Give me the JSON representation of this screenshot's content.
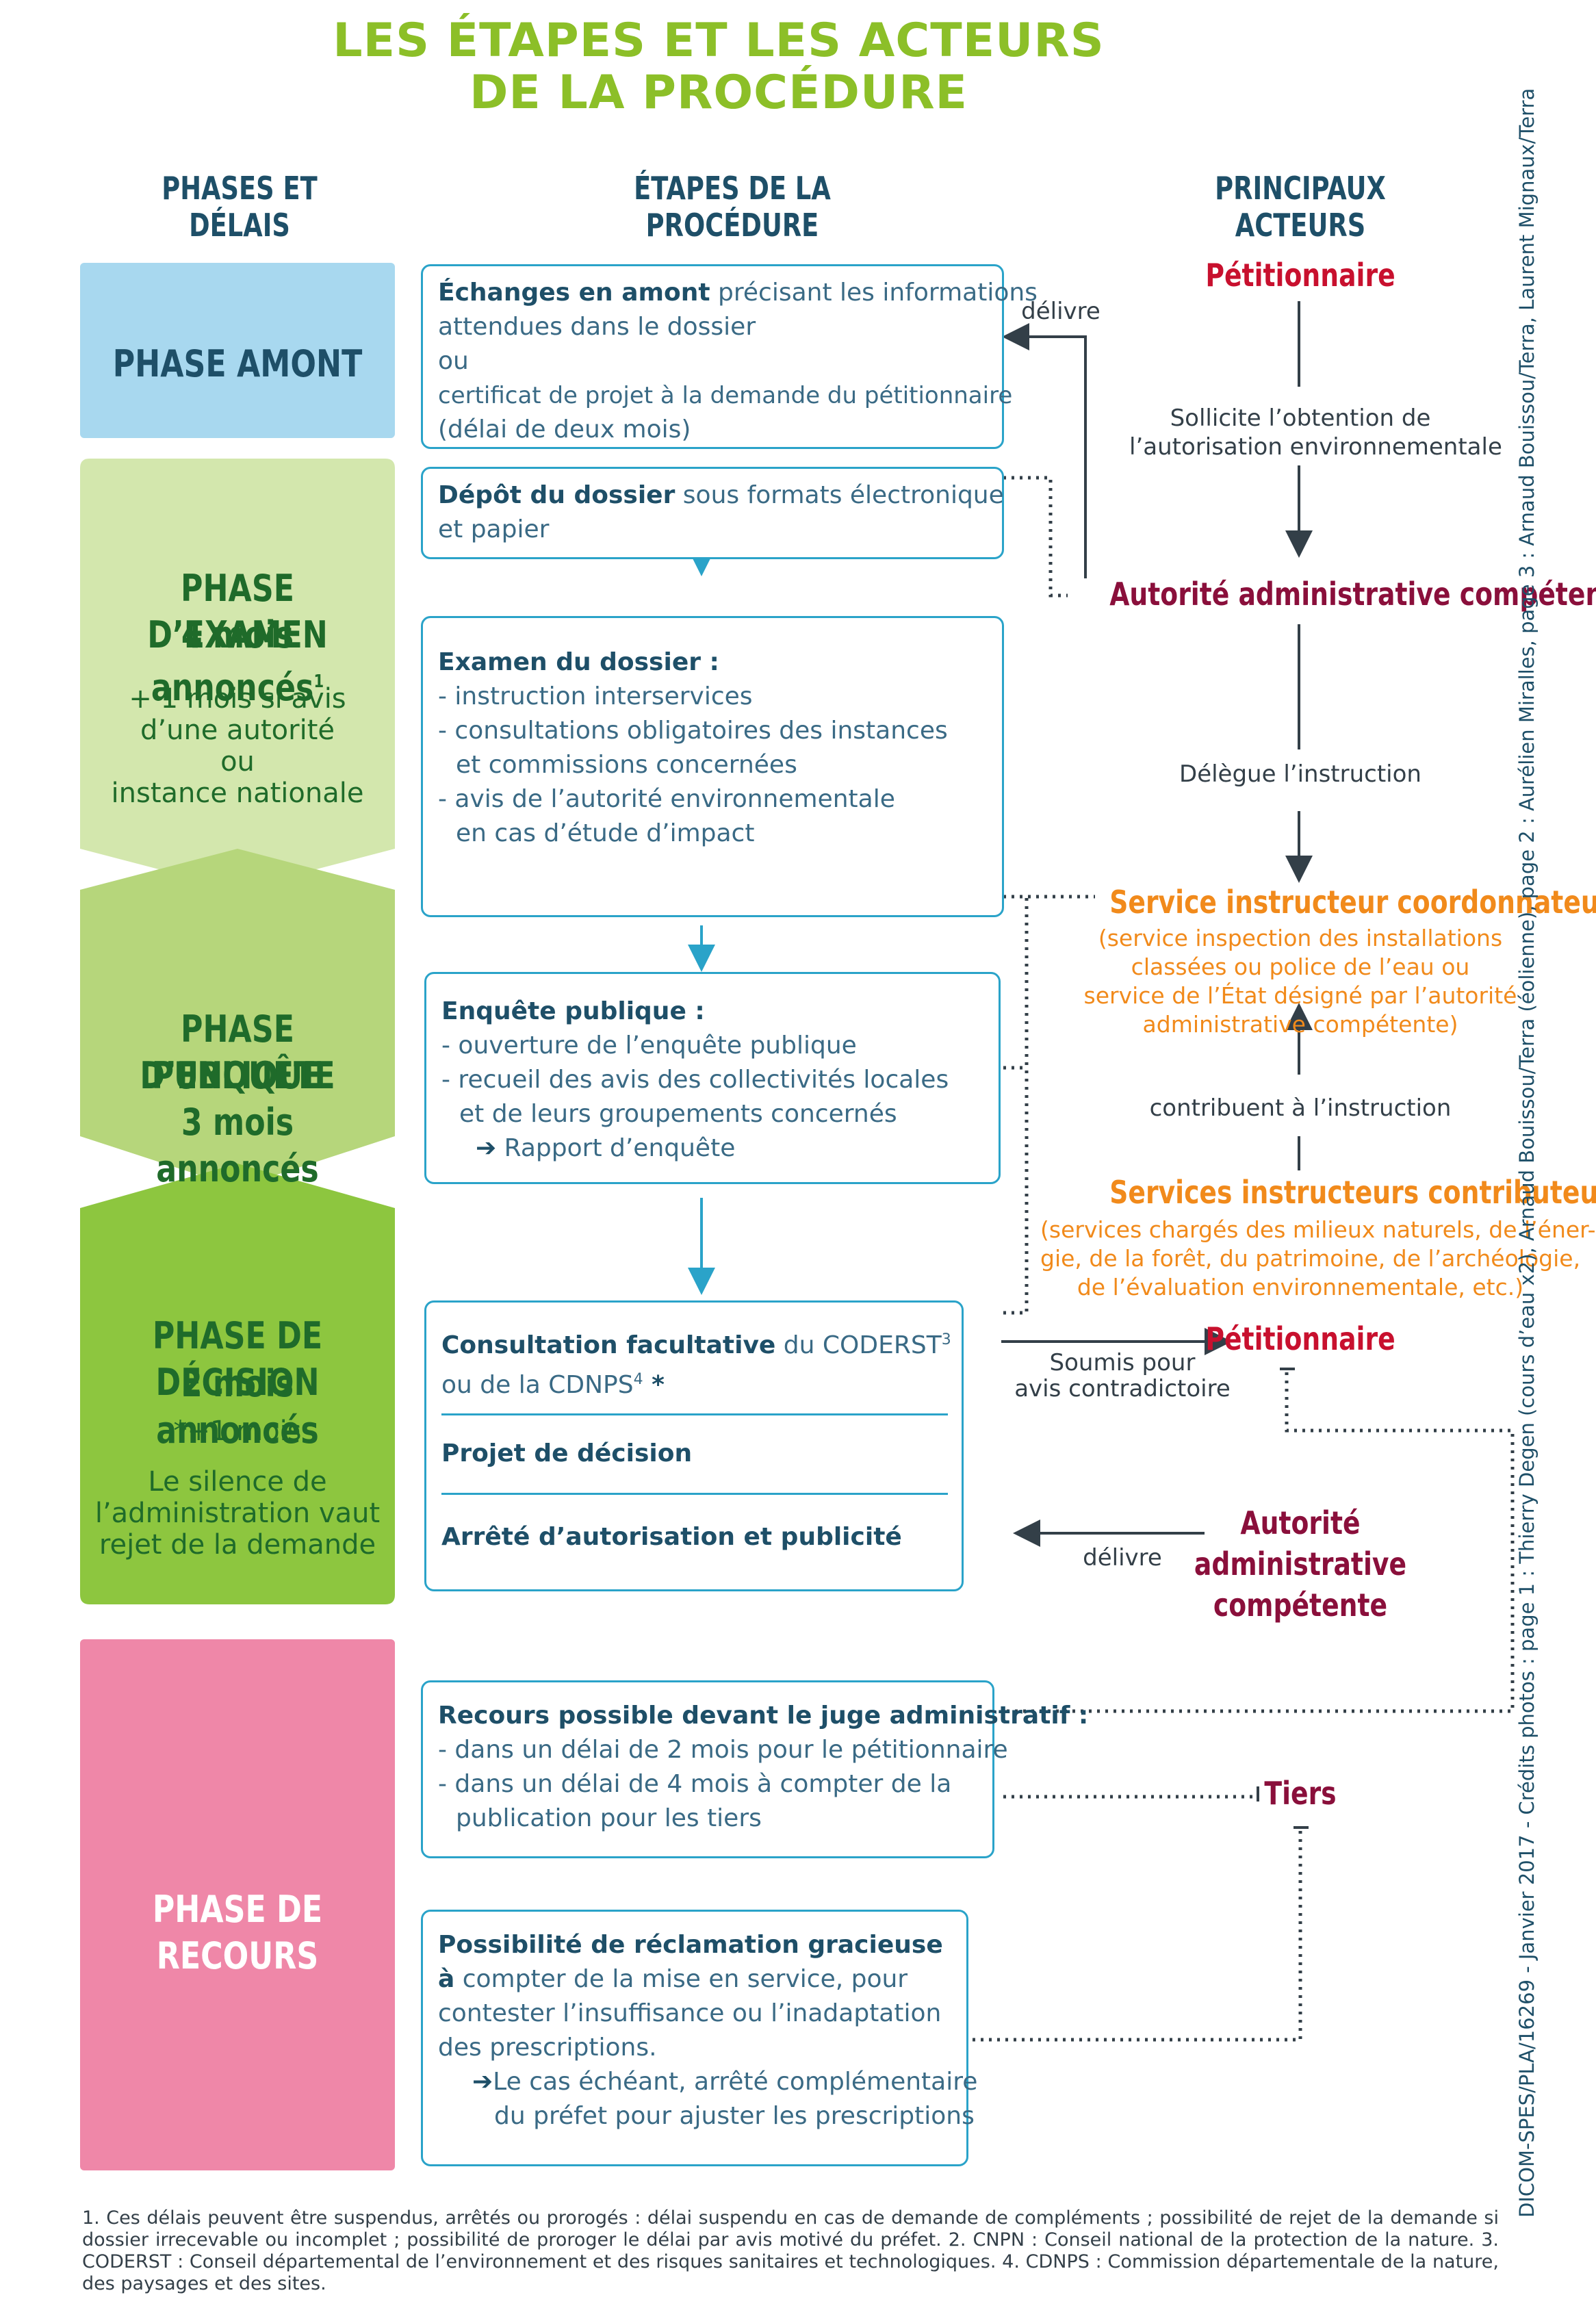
{
  "title": {
    "line1": "LES ÉTAPES ET LES ACTEURS",
    "line2": "DE LA PROCÉDURE"
  },
  "columns": {
    "phases": "PHASES ET DÉLAIS",
    "steps": "ÉTAPES DE LA PROCÉDURE",
    "actors": "PRINCIPAUX ACTEURS"
  },
  "colors": {
    "title": "#8cbf28",
    "amont": "#a8d8ef",
    "examen": "#d3e7ad",
    "enquete": "#b6d67b",
    "decision": "#8dc63f",
    "recours": "#ef87a8",
    "box_border": "#2aa3c9",
    "red": "#c8102e",
    "purple": "#8a0f3b",
    "orange": "#f18a1b"
  },
  "phases": {
    "amont": "PHASE AMONT",
    "examen": {
      "l1": "PHASE D’EXAMEN",
      "l2": "4 mois annoncés",
      "sup": "1",
      "s1": "+ 1 mois si avis",
      "s2": "d’une autorité",
      "s3": "ou",
      "s4": "instance nationale"
    },
    "enquete": {
      "l1": "PHASE D’ENQUÊTE",
      "l2": "PUBLIQUE",
      "l3": "3 mois annoncés"
    },
    "decision": {
      "l1": "PHASE DE DÉCISION",
      "l2": "2 mois annoncés",
      "s1": "*+1 mois",
      "s2": "Le silence de",
      "s3": "l’administration vaut",
      "s4": "rejet de la demande"
    },
    "recours": "PHASE DE RECOURS"
  },
  "steps": {
    "echanges": {
      "bold": "Échanges en amont",
      "t1": " précisant les informations",
      "t2": "attendues dans le dossier",
      "t3": "ou",
      "t4": "certificat de projet à la demande du pétitionnaire",
      "t5": "(délai de deux mois)"
    },
    "depot": {
      "bold": "Dépôt du dossier",
      "t1": " sous formats électronique",
      "t2": "et papier"
    },
    "examen": {
      "bold": "Examen du dossier :",
      "i1": "- instruction interservices",
      "i2": "- consultations obligatoires des instances",
      "i3": "et commissions concernées",
      "i4": "- avis de l’autorité environnementale",
      "i5": "en cas d’étude d’impact"
    },
    "enquete": {
      "bold": "Enquête publique :",
      "i1": "- ouverture de l’enquête publique",
      "i2": "- recueil des avis des collectivités locales",
      "i3": "et de leurs groupements concernés",
      "i4": "Rapport d’enquête"
    },
    "decision": {
      "bold1": "Consultation facultative",
      "t1": " du CODERST",
      "sup1": "3",
      "t2": "ou de la CDNPS",
      "sup2": "4",
      "star": " *",
      "bold2": "Projet de décision",
      "bold3": "Arrêté d’autorisation et publicité"
    },
    "recours": {
      "bold": "Recours possible devant le juge administratif :",
      "i1": "- dans un délai de 2 mois pour le pétitionnaire",
      "i2": "- dans un délai de 4 mois à compter de la",
      "i3": "publication pour les tiers"
    },
    "reclamation": {
      "bold": "Possibilité de réclamation gracieuse",
      "t1": "à",
      "t1b": " compter de la mise en service, pour",
      "t2": "contester l’insuffisance ou l’inadaptation",
      "t3": "des prescriptions.",
      "t4": "Le cas échéant, arrêté complémentaire",
      "t5": "du préfet pour ajuster les prescriptions"
    }
  },
  "actors": {
    "petitionnaire1": "Pétitionnaire",
    "autorite1": "Autorité administrative compétente",
    "service_coord": "Service instructeur coordonnateur",
    "service_coord_note": [
      "(service inspection des installations",
      "classées ou police de l’eau ou",
      "service de l’État désigné par l’autorité",
      "administrative compétente)"
    ],
    "services_contrib": "Services instructeurs contributeurs",
    "services_contrib_note": [
      "(services chargés des milieux naturels, de l’éner-",
      "gie, de la forêt, du patrimoine, de l’archéologie,",
      "de l’évaluation environnementale, etc.)"
    ],
    "petitionnaire2": "Pétitionnaire",
    "autorite2": [
      "Autorité",
      "administrative",
      "compétente"
    ],
    "tiers": "Tiers"
  },
  "labels": {
    "delivre1": "délivre",
    "sollicite": [
      "Sollicite l’obtention de",
      "l’autorisation environnementale"
    ],
    "delegue": "Délègue l’instruction",
    "contribuent": "contribuent à l’instruction",
    "soumis": [
      "Soumis pour",
      "avis contradictoire"
    ],
    "delivre2": "délivre"
  },
  "footnote": "1. Ces délais peuvent être suspendus, arrêtés ou prorogés : délai suspendu en cas de demande de compléments ; possibilité de rejet de la demande si dossier irrecevable ou incomplet ; possibilité de proroger le délai par avis motivé du préfet. 2. CNPN : Conseil national de la protection de la nature. 3. CODERST : Conseil départemental de l’environnement et des risques sanitaires et technologiques. 4. CDNPS : Commission départementale de la nature, des paysages et des sites.",
  "credits": "DICOM-SPES/PLA/16269 - Janvier 2017 - Crédits photos : page 1 : Thierry Degen (cours d’eau x2), Arnaud Bouissou/Terra (éolienne), page 2 : Aurélien Miralles, page 3 : Arnaud Bouissou/Terra, Laurent Mignaux/Terra"
}
